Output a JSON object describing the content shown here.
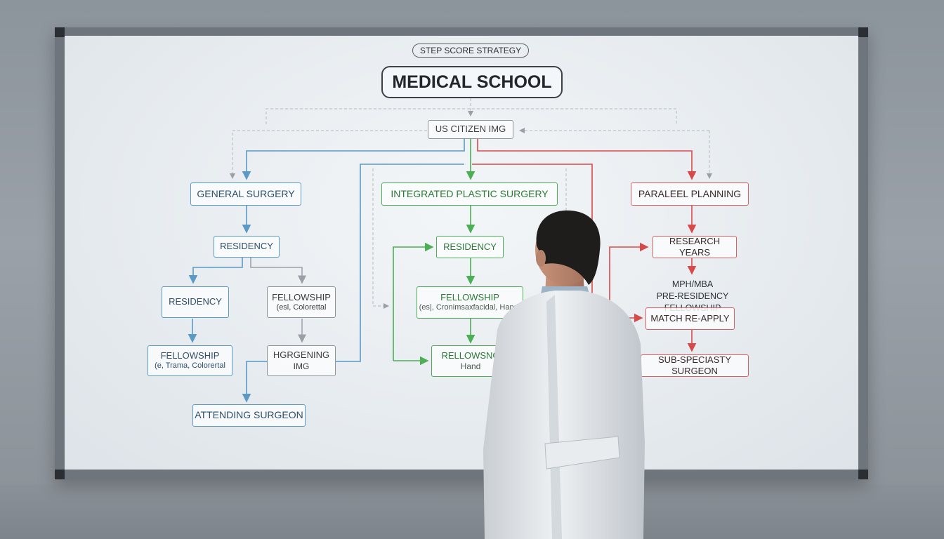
{
  "header": {
    "tag": "STEP SCORE STRATEGY",
    "title": "MEDICAL SCHOOL"
  },
  "root": {
    "label": "US CITIZEN IMG"
  },
  "general_surgery": {
    "header": "GENERAL SURGERY",
    "residency": "RESIDENCY",
    "residency_left": "RESIDENCY",
    "fellowship_right": {
      "label": "FELLOWSHIP",
      "sub": "(esl, Colorettal"
    },
    "fellowship_left": {
      "label": "FELLOWSHIP",
      "sub": "(e, Trama, Colorertal"
    },
    "hgrowing": {
      "label": "HGRGENING",
      "sub": "IMG"
    },
    "attending": "ATTENDING SURGEON"
  },
  "plastic_surgery": {
    "header": "INTEGRATED PLASTIC SURGERY",
    "residency": "RESIDENCY",
    "fellowship": {
      "label": "FELLOWSHIP",
      "sub": "(es|, Cronimsaxfacidal, Hand)"
    },
    "fellowsng": {
      "label": "RELLOWSNG",
      "sub": "Hand"
    }
  },
  "parallel": {
    "header": "PARALEEL PLANNING",
    "research": "RESEARCH YEARS",
    "mph_line1": "MPH/MBA",
    "mph_line2": "PRE-RESIDENCY FELLOWSHIP",
    "match": "MATCH RE-APPLY",
    "subspecialty": "SUB-SPECIASTY SURGEON"
  },
  "colors": {
    "blue": "#5b9ac4",
    "green": "#4cae55",
    "red": "#d86060",
    "gray": "#8c949a"
  }
}
